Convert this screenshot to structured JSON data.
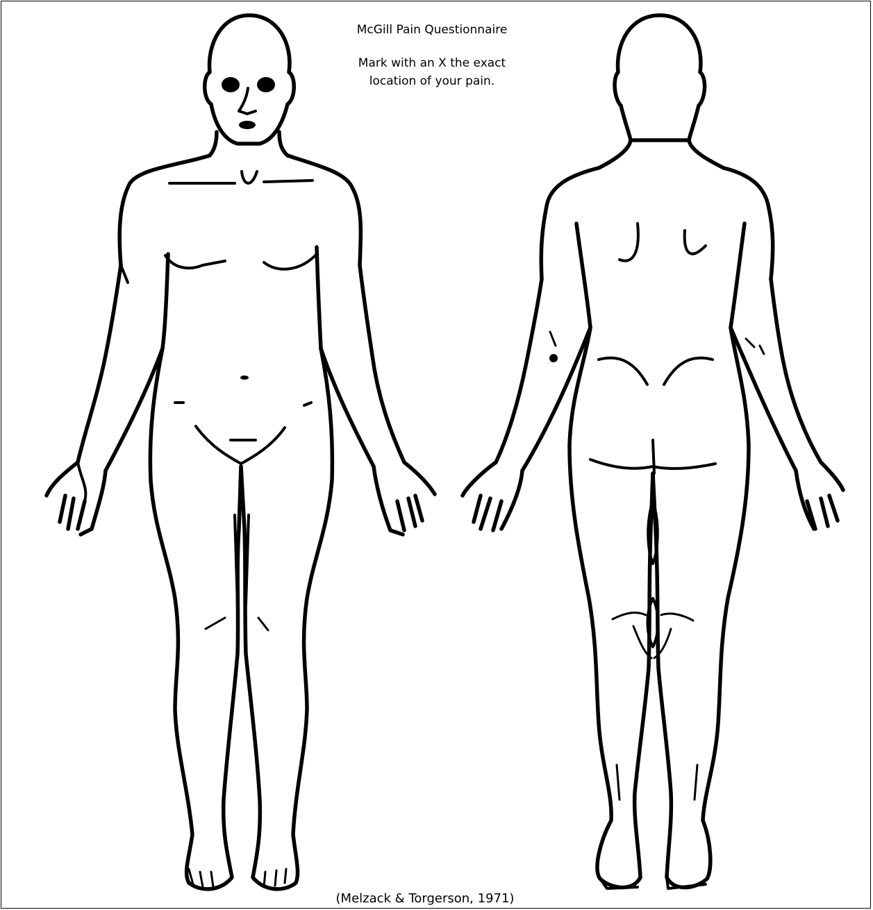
{
  "form": {
    "title": "McGill Pain Questionnaire",
    "instruction_line1": "Mark with an X the exact",
    "instruction_line2": "location of your pain.",
    "citation": "(Melzack & Torgerson, 1971)"
  },
  "figures": [
    {
      "view": "front",
      "icon": "body-front-outline"
    },
    {
      "view": "back",
      "icon": "body-back-outline"
    }
  ],
  "colors": {
    "ink": "#000000",
    "paper": "#ffffff"
  }
}
